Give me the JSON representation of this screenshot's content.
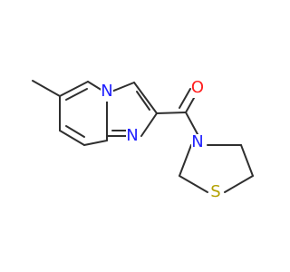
{
  "molecule": {
    "atom_labels": {
      "n_bridge": "N",
      "n_ring": "N",
      "o_carbonyl": "O",
      "n_amide": "N",
      "s_ring": "S"
    }
  },
  "colors": {
    "bond": "#2f2f2f",
    "nitrogen": "#1f1fff",
    "oxygen": "#ff1f1f",
    "sulfur": "#b3a100"
  }
}
